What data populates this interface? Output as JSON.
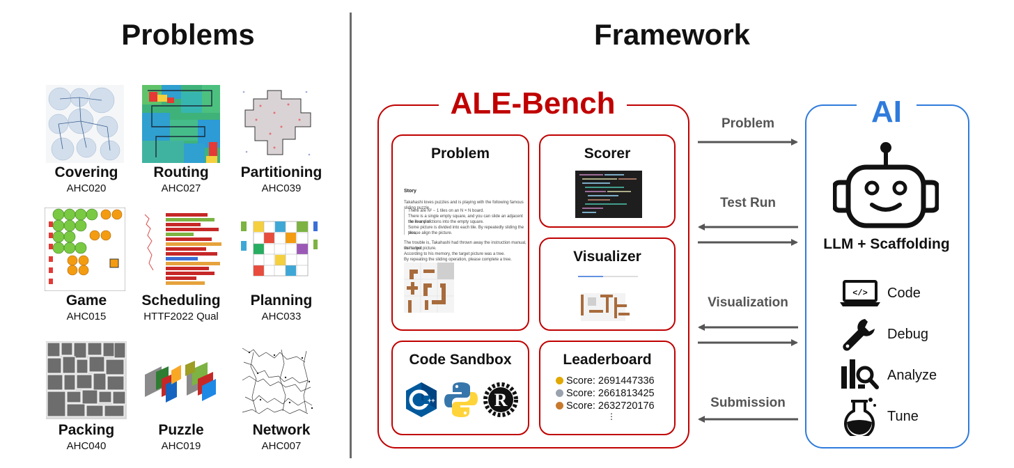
{
  "left": {
    "heading": "Problems",
    "problems": [
      {
        "name": "Covering",
        "code": "AHC020"
      },
      {
        "name": "Routing",
        "code": "AHC027"
      },
      {
        "name": "Partitioning",
        "code": "AHC039"
      },
      {
        "name": "Game",
        "code": "AHC015"
      },
      {
        "name": "Scheduling",
        "code": "HTTF2022 Qual"
      },
      {
        "name": "Planning",
        "code": "AHC033"
      },
      {
        "name": "Packing",
        "code": "AHC040"
      },
      {
        "name": "Puzzle",
        "code": "AHC019"
      },
      {
        "name": "Network",
        "code": "AHC007"
      }
    ]
  },
  "right": {
    "heading": "Framework",
    "bench": {
      "title": "ALE-Bench",
      "problem_box": {
        "title": "Problem",
        "story_heading": "Story",
        "story_lines": [
          "Takahashi loves puzzles and is playing with the following famous sliding puzzle.",
          "There are N² − 1 tiles on an N × N board.",
          "There is a single empty square, and you can slide an adjacent tile in any of",
          "the four directions into the empty square.",
          "Some picture is divided into each tile. By repeatedly sliding the tiles,",
          "please align the picture.",
          "The trouble is, Takahashi had thrown away the instruction manual, so he lost",
          "the target picture.",
          "According to his memory, the target picture was a tree.",
          "By repeating the sliding operation, please complete a tree."
        ]
      },
      "scorer_box": {
        "title": "Scorer"
      },
      "visualizer_box": {
        "title": "Visualizer"
      },
      "sandbox_box": {
        "title": "Code Sandbox",
        "languages": [
          "C++",
          "Python",
          "Rust"
        ]
      },
      "leaderboard_box": {
        "title": "Leaderboard",
        "rows": [
          {
            "label": "Score: 2691447336",
            "medal": "gold",
            "color": "#e0a800"
          },
          {
            "label": "Score: 2661813425",
            "medal": "silver",
            "color": "#9aa3ad"
          },
          {
            "label": "Score: 2632720176",
            "medal": "bronze",
            "color": "#c77a2e"
          }
        ],
        "more": "⋮"
      }
    },
    "arrows": {
      "problem": "Problem",
      "test_run": "Test Run",
      "visualization": "Visualization",
      "submission": "Submission"
    },
    "ai": {
      "title": "AI",
      "subtitle": "LLM + Scaffolding",
      "tools": [
        {
          "label": "Code",
          "icon": "laptop-code-icon"
        },
        {
          "label": "Debug",
          "icon": "wrench-icon"
        },
        {
          "label": "Analyze",
          "icon": "chart-magnifier-icon"
        },
        {
          "label": "Tune",
          "icon": "flask-icon"
        }
      ]
    }
  },
  "colors": {
    "bench_red": "#c00000",
    "ai_blue": "#2f7bdc",
    "arrow_gray": "#555555"
  }
}
